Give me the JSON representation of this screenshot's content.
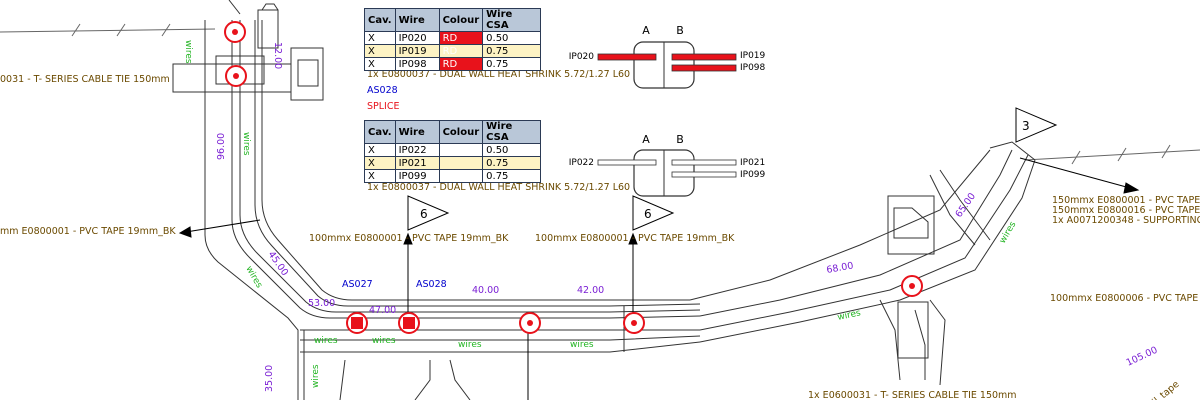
{
  "tables": [
    {
      "headers": [
        "Cav.",
        "Wire",
        "Colour",
        "Wire CSA"
      ],
      "rows": [
        [
          "X",
          "IP020",
          "RD",
          "0.50"
        ],
        [
          "X",
          "IP019",
          "RD",
          "0.75"
        ],
        [
          "X",
          "IP098",
          "RD",
          "0.75"
        ]
      ]
    },
    {
      "headers": [
        "Cav.",
        "Wire",
        "Colour",
        "Wire CSA"
      ],
      "rows": [
        [
          "X",
          "IP022",
          "",
          "0.50"
        ],
        [
          "X",
          "IP021",
          "",
          "0.75"
        ],
        [
          "X",
          "IP099",
          "",
          "0.75"
        ]
      ]
    }
  ],
  "splices": [
    {
      "col_a": "A",
      "col_b": "B",
      "left_wire": "IP020",
      "right_wires": [
        "IP019",
        "IP098"
      ]
    },
    {
      "col_a": "A",
      "col_b": "B",
      "left_wire": "IP022",
      "right_wires": [
        "IP021",
        "IP099"
      ]
    }
  ],
  "notes": {
    "heat_shrink_1": "1x E0800037 - DUAL WALL HEAT SHRINK 5.72/1.27 L60",
    "as028_label": "AS028",
    "splice_label": "SPLICE",
    "heat_shrink_2": "1x E0800037 - DUAL WALL HEAT SHRINK 5.72/1.27 L60",
    "cable_tie_top": "0031 - T- SERIES CABLE TIE 150mm",
    "pvc_tape_left": "mm E0800001 - PVC TAPE 19mm_BK",
    "pvc_tape_mid_1": "100mmx E0800001 - PVC TAPE 19mm_BK",
    "pvc_tape_mid_2": "100mmx E0800001 - PVC TAPE 19mm_BK",
    "right_note_1": "150mmx E0800001 - PVC TAPE",
    "right_note_2": "150mmx E0800016 - PVC TAPE",
    "right_note_3": "1x A0071200348 - SUPPORTING",
    "right_note_4": "100mmx E0800006 - PVC TAPE",
    "cable_tie_bottom": "1x E0600031 - T- SERIES CABLE TIE 150mm",
    "tape_fragment": "il_tape"
  },
  "flags": [
    "6",
    "6",
    "3"
  ],
  "node_labels": {
    "as027": "AS027",
    "as028": "AS028"
  },
  "dimensions": [
    "12.00",
    "96.00",
    "45.00",
    "53.00",
    "47.00",
    "40.00",
    "42.00",
    "68.00",
    "65.00",
    "35.00",
    "105.00"
  ],
  "wire_labels": [
    "wires",
    "wires",
    "wires",
    "wires",
    "wires",
    "wires",
    "wires",
    "wires",
    "wires",
    "wires"
  ],
  "colors": {
    "note_brown": "#6b4a00",
    "dimension_purple": "#7a1fd4",
    "wire_green": "#22b422",
    "label_blue": "#0000cc",
    "splice_red": "#e8121b",
    "outline": "#333333"
  }
}
